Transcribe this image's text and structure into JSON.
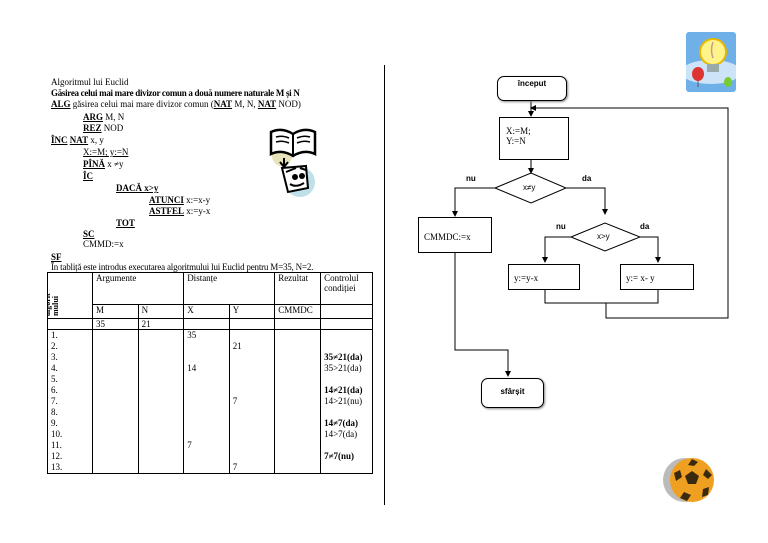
{
  "left": {
    "title": "Algoritmul lui Euclid",
    "subtitle": "Găsirea celui mai mare divizor comun a două numere naturale M și N",
    "alg_kw": "ALG",
    "alg_text": " găsirea celui mai mare divizor comun (",
    "nat1": "NAT",
    "alg_mid": " M, N, ",
    "nat2": "NAT",
    "alg_end": " NOD)",
    "arg_kw": "ARG",
    "arg_text": " M, N",
    "rez_kw": "REZ",
    "rez_text": " NOD",
    "inc_kw": "ÎNC",
    "inc_nat": "NAT",
    "inc_text": " x, y",
    "assign": "X:=M; y:=N",
    "pina_kw": "PÎNĂ",
    "pina_text": " x ≠y",
    "ic_kw": "ÎC",
    "daca_kw": "DACĂ",
    "daca_text": " x>y",
    "atunci_kw": "ATUNCI",
    "atunci_text": " x:=x-y",
    "astfel_kw": "ASTFEL",
    "astfel_text": " x:=y-x",
    "tot_kw": "TOT",
    "sc_kw": "SC",
    "cmmd": "CMMD:=x",
    "sf_kw": "SF",
    "intro": "În tabliță este introdus executarea algoritmului lui Euclid pentru M=35, N=2.",
    "table": {
      "col_pasii": "Pașii algorit mului",
      "col_arg": "Argumente",
      "col_dist": "Distanțe",
      "col_rez": "Rezultat",
      "col_ctrl": "Controlul condiției",
      "sub_m": "M",
      "sub_n": "N",
      "sub_x": "X",
      "sub_y": "Y",
      "sub_cmmdc": "CMMDC",
      "init_m": "35",
      "init_n": "21",
      "steps": [
        "1.",
        "2.",
        "3.",
        "4.",
        "5.",
        "6.",
        "7.",
        "8.",
        "9.",
        "10.",
        "11.",
        "12.",
        "13."
      ],
      "x_vals": [
        "35",
        "",
        "",
        "14",
        "",
        "",
        "",
        "",
        "",
        "",
        "7",
        "",
        ""
      ],
      "y_vals": [
        "",
        "21",
        "",
        "",
        "",
        "",
        "7",
        "",
        "",
        "",
        "",
        "",
        "7"
      ],
      "ctrl_vals": [
        "",
        "",
        "35≠21(da)",
        "35>21(da)",
        "",
        "14≠21(da)",
        "14>21(nu)",
        "",
        "14≠7(da)",
        "14>7(da)",
        "",
        "7≠7(nu)",
        ""
      ]
    }
  },
  "flow": {
    "start": "început",
    "assign": "X:=M;\nY:=N",
    "cond1": "x≠y",
    "cond1_no": "nu",
    "cond1_yes": "da",
    "result": "CMMDC:=x",
    "cond2": "x>y",
    "cond2_no": "nu",
    "cond2_yes": "da",
    "op_left": "y:=y-x",
    "op_right": "y:= x- y",
    "end": "sfârșit"
  }
}
